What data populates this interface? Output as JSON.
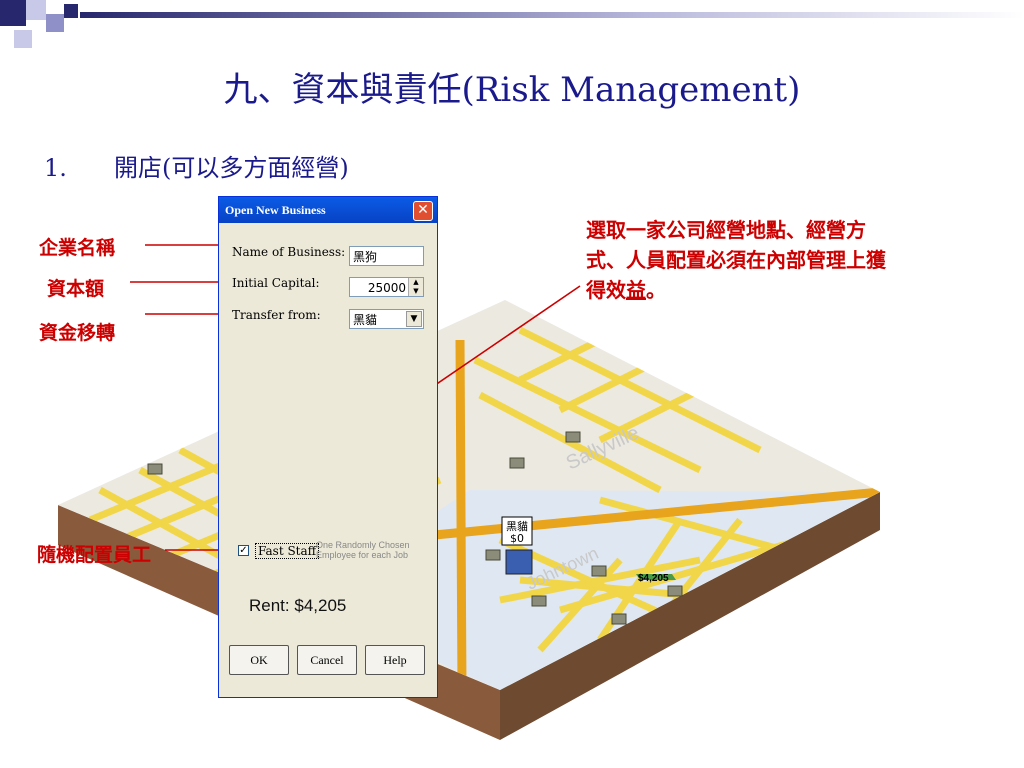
{
  "slide": {
    "title": "九、資本與責任(Risk Management)",
    "point_number": "1.",
    "point_text": "開店(可以多方面經營)"
  },
  "labels": {
    "business_name": "企業名稱",
    "capital": "資本額",
    "transfer": "資金移轉",
    "random_staff": "隨機配置員工"
  },
  "note": {
    "text": "選取一家公司經營地點、經營方式、人員配置必須在內部管理上獲得效",
    "underlined": "益",
    "end": "。"
  },
  "dialog": {
    "title": "Open New Business",
    "close_symbol": "✕",
    "name_label": "Name of Business:",
    "name_value": "黑狗",
    "capital_label": "Initial Capital:",
    "capital_value": "25000",
    "transfer_label": "Transfer from:",
    "transfer_value": "黑貓",
    "fast_staff_label": "Fast Staff",
    "fast_staff_checked": "✓",
    "fast_staff_hint": "One Randomly Chosen Employee for each Job",
    "rent_label": "Rent:",
    "rent_value": "$4,205",
    "ok_label": "OK",
    "cancel_label": "Cancel",
    "help_label": "Help"
  },
  "map": {
    "town1": "Sallyville",
    "town2": "Johntown",
    "marker_name": "黑貓",
    "marker_amount": "$0",
    "price_tag": "$4,205"
  },
  "colors": {
    "accent_red": "#cc0000",
    "title_blue": "#1a1a8c",
    "road_yellow": "#f2d64a",
    "highway_orange": "#e8a41c"
  }
}
